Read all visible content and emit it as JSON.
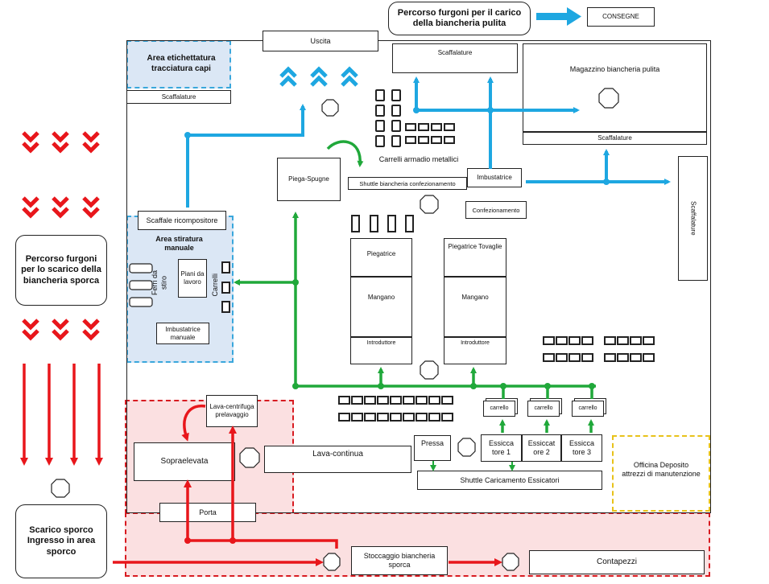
{
  "legend": {
    "clean_route": "Percorso furgoni per il carico della biancheria pulita",
    "deliveries": "CONSEGNE",
    "dirty_route": "Percorso furgoni per lo scarico della biancheria sporca",
    "dirty_unload": "Scarico sporco Ingresso in area sporco"
  },
  "areas": {
    "labeling": "Area etichettatura tracciatura capi",
    "ironing": "Area stiratura manuale",
    "officina": "Officina Deposito attrezzi di manutenzione"
  },
  "labels": {
    "exit": "Uscita",
    "shelves_labeling": "Scaffalature",
    "shelves_top": "Scaffalature",
    "clean_warehouse": "Magazzino biancheria pulita",
    "shelves_warehouse": "Scaffalature",
    "shelves_right": "Scaffalature",
    "sponge_folder": "Piega-Spugne",
    "metal_carts": "Carrelli armadio metallici",
    "packing_shuttle": "Shuttle biancheria confezionamento",
    "bagging": "Imbustatrice",
    "packaging": "Confezionamento",
    "recomposer_shelf": "Scaffale ricompositore",
    "irons": "Ferri da stiro",
    "work_tables": "Piani da lavoro",
    "carts_vertical": "Carrelli",
    "manual_bagger": "Imbustatrice manuale",
    "folder1": "Piegatrice",
    "mangle1": "Mangano",
    "feeder1": "Introduttore",
    "folder2": "Piegatrice Tovaglie",
    "mangle2": "Mangano",
    "feeder2": "Introduttore",
    "washer_extractor": "Lava-centrifuga prelavaggio",
    "raised": "Sopraelevata",
    "continuous_washer": "Lava-continua",
    "press": "Pressa",
    "dryer1": "Essicca tore 1",
    "dryer2": "Essiccat ore 2",
    "dryer3": "Essicca tore 3",
    "cart": "carrello",
    "dryer_shuttle": "Shuttle Caricamento Essicatori",
    "door": "Porta",
    "dirty_storage": "Stoccaggio biancheria sporca",
    "piece_counter": "Contapezzi"
  },
  "colors": {
    "blue_flow": "#1ea7e1",
    "green_flow": "#20a83a",
    "red_flow": "#e8161b",
    "blue_zone": "#dbe7f5",
    "blue_dash": "#3aa7dc",
    "red_zone": "#fbe0e1",
    "red_dash": "#d81b21",
    "yellow_dash": "#e8c21a"
  }
}
